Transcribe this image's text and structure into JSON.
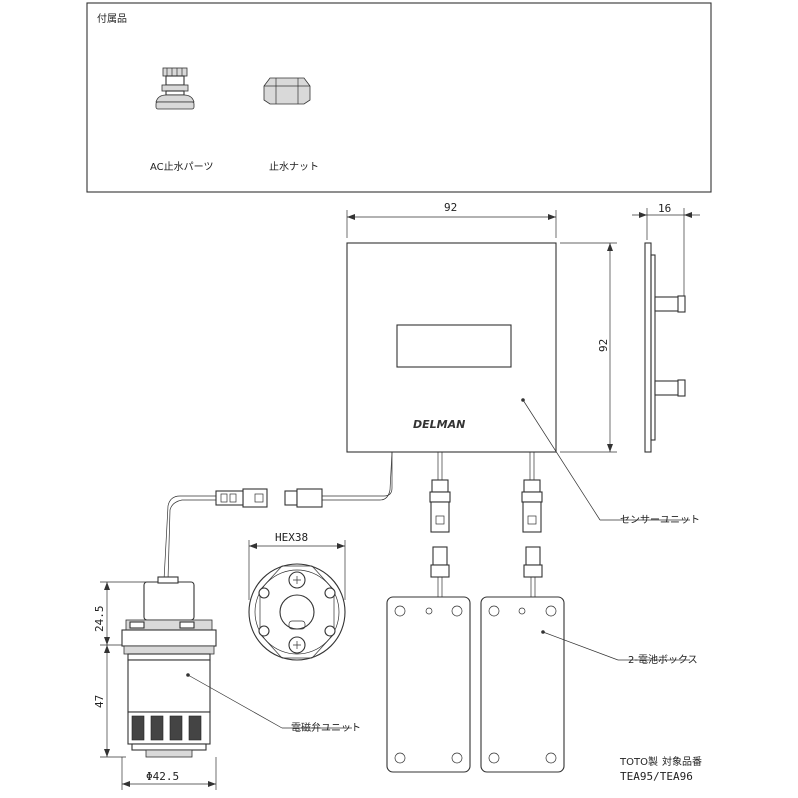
{
  "accessories": {
    "title": "付属品",
    "item1_label": "AC止水パーツ",
    "item2_label": "止水ナット"
  },
  "sensor": {
    "width_dim": "92",
    "height_dim": "92",
    "depth_dim": "16",
    "logo_text": "DELMAN",
    "label": "センサーユニット"
  },
  "valve": {
    "hex_dim": "HEX38",
    "height_top_dim": "24.5",
    "height_body_dim": "47",
    "diameter_dim": "Φ42.5",
    "label": "電磁弁ユニット"
  },
  "battery": {
    "label": "2-電池ボックス"
  },
  "footer": {
    "maker": "TOTO製",
    "target_label": "対象品番",
    "models": "TEA95/TEA96"
  }
}
